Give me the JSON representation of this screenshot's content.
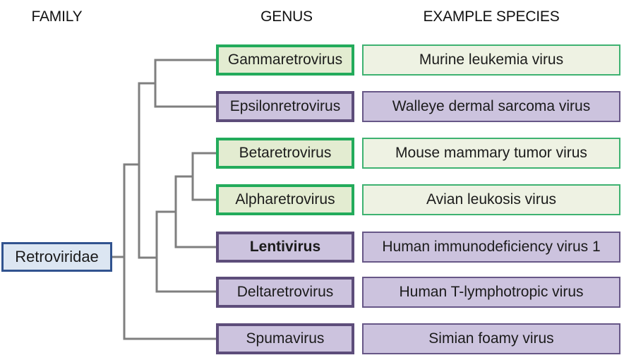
{
  "headers": {
    "family": "FAMILY",
    "genus": "GENUS",
    "species": "EXAMPLE SPECIES"
  },
  "family": {
    "name": "Retroviridae"
  },
  "rows": [
    {
      "genus": "Gammaretrovirus",
      "species": "Murine leukemia virus",
      "color": "green"
    },
    {
      "genus": "Epsilonretrovirus",
      "species": "Walleye dermal sarcoma virus",
      "color": "purple"
    },
    {
      "genus": "Betaretrovirus",
      "species": "Mouse mammary tumor virus",
      "color": "green"
    },
    {
      "genus": "Alpharetrovirus",
      "species": "Avian leukosis virus",
      "color": "green"
    },
    {
      "genus": "Lentivirus",
      "species": "Human immunodeficiency virus 1",
      "color": "purple",
      "bold": "true"
    },
    {
      "genus": "Deltaretrovirus",
      "species": "Human T-lymphotropic virus",
      "color": "purple"
    },
    {
      "genus": "Spumavirus",
      "species": "Simian foamy virus",
      "color": "purple"
    }
  ],
  "colors": {
    "line_gray": "#7f7f7f",
    "family_fill": "#dce6f2",
    "family_border": "#31538f",
    "green_fill": "#e3ecd1",
    "green_border": "#23ab5b",
    "species_green_fill": "#eef2e3",
    "species_green_border": "#3eb271",
    "purple_fill": "#ccc3de",
    "purple_border": "#5d4d7a",
    "species_purple_border": "#675787"
  }
}
